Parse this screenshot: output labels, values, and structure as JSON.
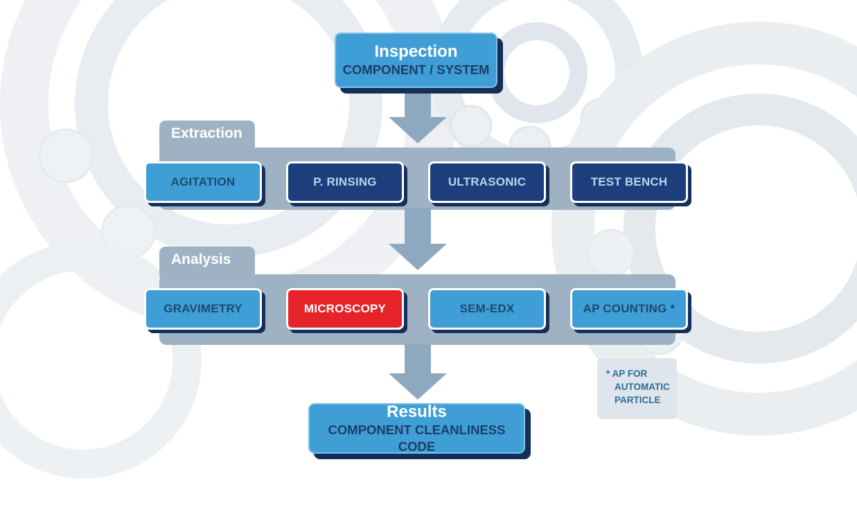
{
  "colors": {
    "light-blue": "#3f9ed6",
    "navy": "#1d3e7c",
    "red": "#e52329",
    "band": "#9fb2c3",
    "arrow": "#8ea8bf",
    "shadow-navy": "#132f5a",
    "dark-text": "#1d4a70",
    "navy-box-text": "#b9d4ec",
    "note-bg": "#dee5ed",
    "note-text": "#2e6d95"
  },
  "flow": {
    "inspection": {
      "title": "Inspection",
      "subtitle": "COMPONENT / SYSTEM"
    },
    "sections": [
      {
        "label": "Extraction",
        "boxes": [
          {
            "label": "AGITATION",
            "variant": "light"
          },
          {
            "label": "P. RINSING",
            "variant": "dark"
          },
          {
            "label": "ULTRASONIC",
            "variant": "dark"
          },
          {
            "label": "TEST BENCH",
            "variant": "dark"
          }
        ]
      },
      {
        "label": "Analysis",
        "boxes": [
          {
            "label": "GRAVIMETRY",
            "variant": "light"
          },
          {
            "label": "MICROSCOPY",
            "variant": "red"
          },
          {
            "label": "SEM-EDX",
            "variant": "light"
          },
          {
            "label": "AP COUNTING *",
            "variant": "light"
          }
        ]
      }
    ],
    "results": {
      "title": "Results",
      "subtitle": "COMPONENT CLEANLINESS CODE"
    },
    "note": {
      "line1": "* AP FOR",
      "line2": "AUTOMATIC",
      "line3": "PARTICLE"
    }
  }
}
